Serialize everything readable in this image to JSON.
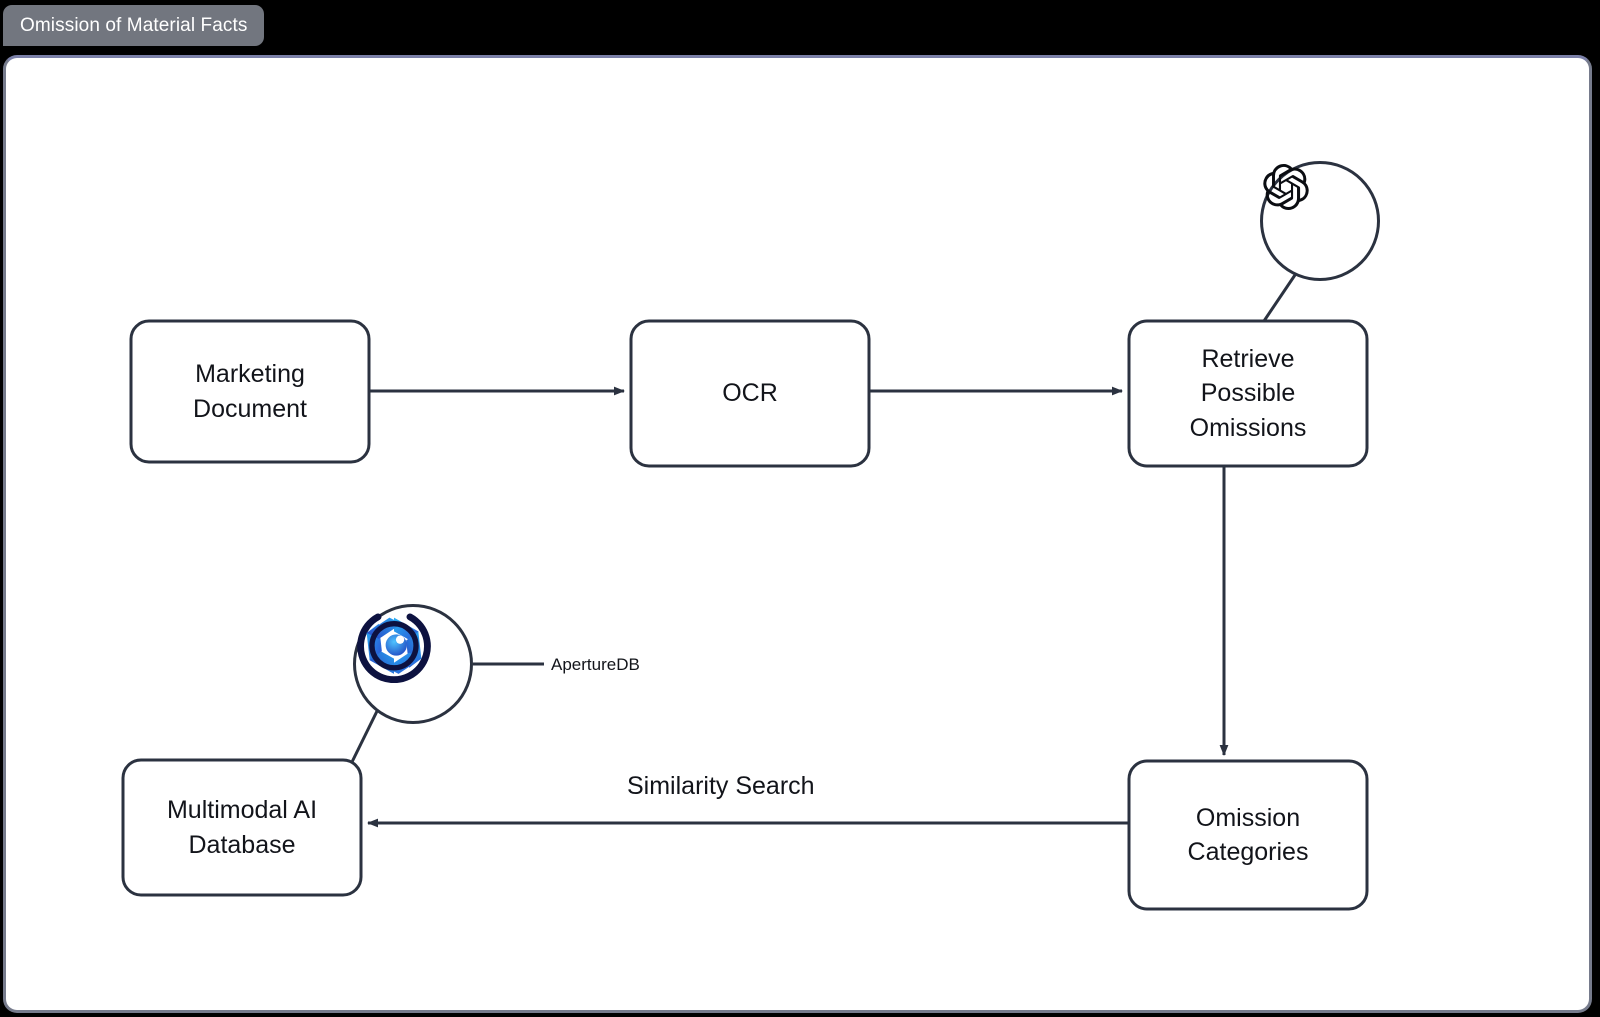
{
  "window": {
    "title": "Omission of Material Facts",
    "background_color": "#000000",
    "panel_background": "#ffffff",
    "panel_border_color": "#767b8c"
  },
  "diagram": {
    "type": "flowchart",
    "stroke_color": "#2b3240",
    "text_color": "#12141a",
    "nodes": [
      {
        "id": "marketing-document",
        "label_lines": [
          "Marketing",
          "Document"
        ]
      },
      {
        "id": "ocr",
        "label_lines": [
          "OCR"
        ]
      },
      {
        "id": "retrieve-possible-omissions",
        "label_lines": [
          "Retrieve",
          "Possible",
          "Omissions"
        ]
      },
      {
        "id": "omission-categories",
        "label_lines": [
          "Omission",
          "Categories"
        ]
      },
      {
        "id": "multimodal-ai-database",
        "label_lines": [
          "Multimodal AI",
          "Database"
        ]
      }
    ],
    "edges": [
      {
        "from": "marketing-document",
        "to": "ocr",
        "label": ""
      },
      {
        "from": "ocr",
        "to": "retrieve-possible-omissions",
        "label": ""
      },
      {
        "from": "retrieve-possible-omissions",
        "to": "omission-categories",
        "label": ""
      },
      {
        "from": "omission-categories",
        "to": "multimodal-ai-database",
        "label": "Similarity Search"
      }
    ],
    "badges": [
      {
        "id": "openai-badge",
        "icon": "openai-logo-icon",
        "label": "",
        "attached_to": "retrieve-possible-omissions"
      },
      {
        "id": "aperturedb-badge",
        "icon": "aperturedb-logo-icon",
        "label": "ApertureDB",
        "attached_to": "multimodal-ai-database"
      }
    ],
    "edge_labels": {
      "similarity_search": "Similarity Search"
    },
    "logo_labels": {
      "aperturedb": "ApertureDB"
    },
    "colors": {
      "aperturedb_blue_light": "#1fa3ef",
      "aperturedb_blue_dark": "#2a47c8",
      "aperturedb_navy": "#0d1240",
      "openai_black": "#0b0d12"
    }
  }
}
